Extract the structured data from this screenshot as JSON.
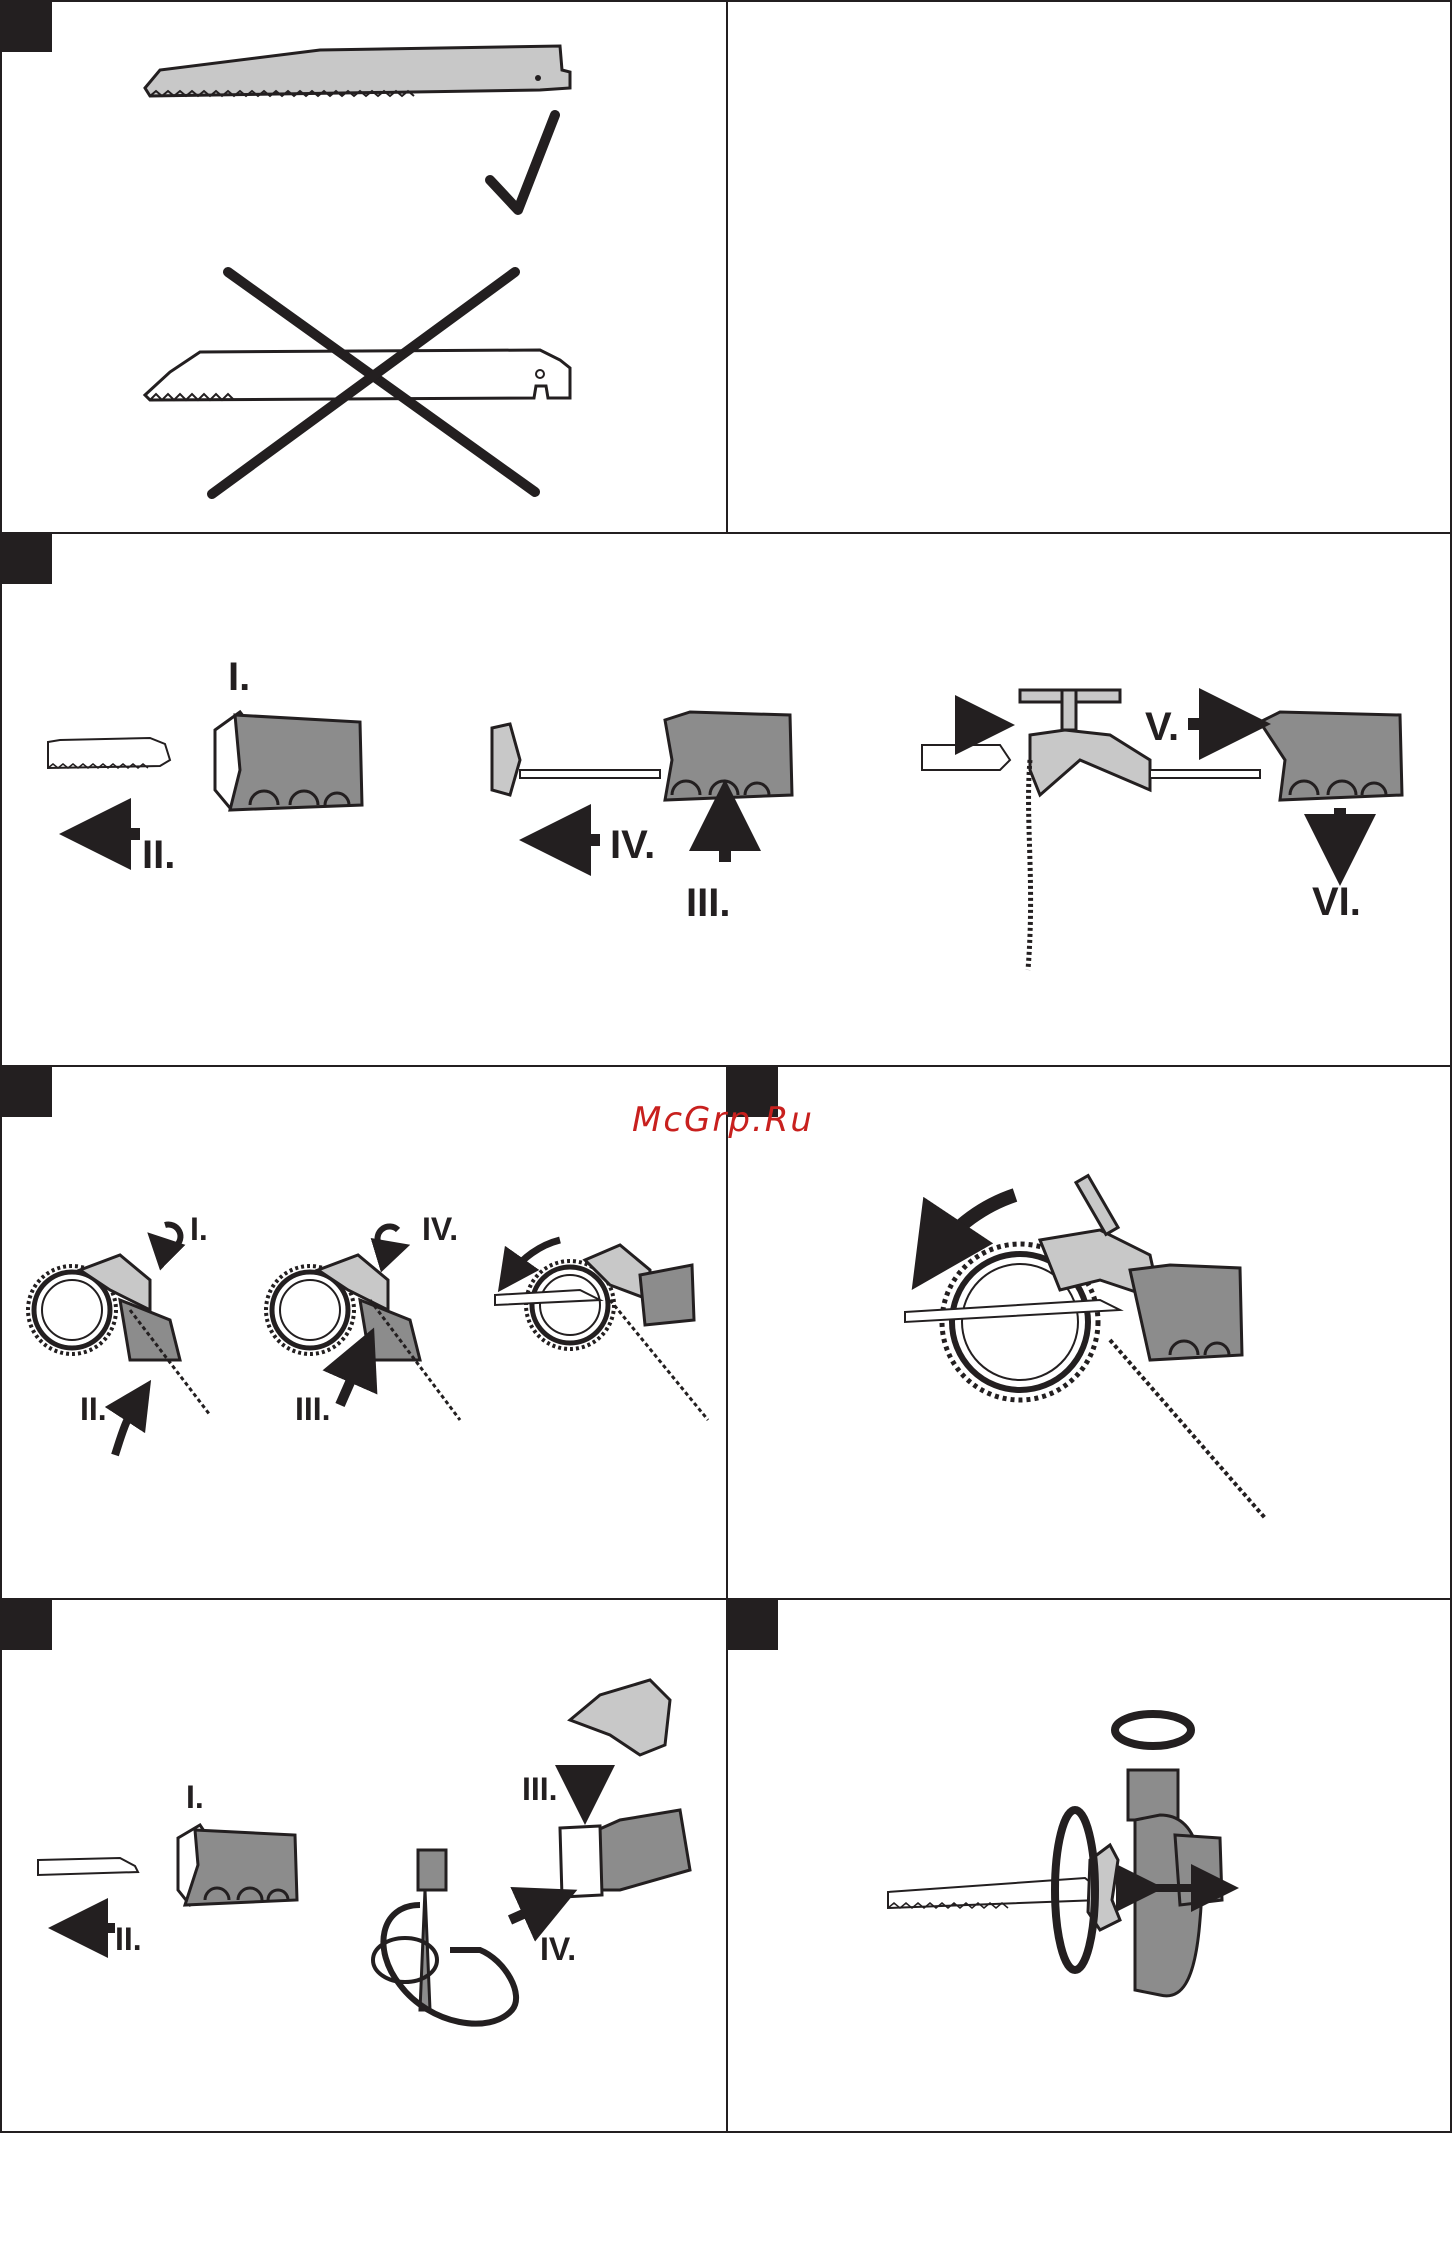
{
  "watermark": "McGrp.Ru",
  "panels": {
    "blade_selection": {},
    "empty": {},
    "attachment_change": {
      "labels": [
        "I.",
        "II.",
        "III.",
        "IV.",
        "V.",
        "VI."
      ]
    },
    "chain_mounting": {
      "labels": [
        "I.",
        "II.",
        "III.",
        "IV."
      ]
    },
    "pipe_cutting": {},
    "adapter_mounting": {
      "labels": [
        "I.",
        "II.",
        "III.",
        "IV."
      ]
    },
    "handle_adjust": {}
  },
  "colors": {
    "ink": "#231f20",
    "tool_grey": "#8c8c8c",
    "metal_grey": "#c8c8c8",
    "watermark": "#c8201e"
  }
}
